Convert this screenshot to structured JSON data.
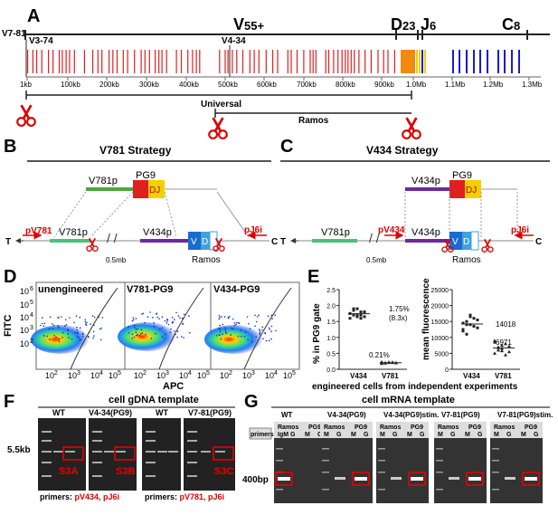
{
  "panels": {
    "A": "A",
    "B": "B",
    "C": "C",
    "D": "D",
    "E": "E",
    "F": "F",
    "G": "G"
  },
  "panelA": {
    "v781": "V7-81",
    "v374": "V3-74",
    "v434": "V4-34",
    "v_region": "V",
    "v_sub": "55+",
    "d_region": "D",
    "d_sub": "23",
    "j_region": "J",
    "j_sub": "6",
    "c_region": "C",
    "c_sub": "8",
    "scale_labels": [
      "1kb",
      "100kb",
      "200kb",
      "300kb",
      "400kb",
      "500kb",
      "600kb",
      "700kb",
      "800kb",
      "900kb",
      "1.0Mb",
      "1.1Mb",
      "1.2Mb",
      "1.3Mb"
    ],
    "universal": "Universal",
    "ramos": "Ramos",
    "colors": {
      "v": "#e02020",
      "d": "#f08a10",
      "j": "#f2d000",
      "c": "#1a1ad0"
    }
  },
  "panelB": {
    "title": "V781 Strategy",
    "pg9": "PG9",
    "dj": "DJ",
    "v781p": "V781p",
    "v434p": "V434p",
    "primer_f": "pV781",
    "primer_r": "pJ6i",
    "t": "T",
    "c": "C",
    "dist": "0.5mb",
    "ramos": "Ramos",
    "v": "V",
    "d": "D"
  },
  "panelC": {
    "title": "V434 Strategy",
    "pg9": "PG9",
    "dj": "DJ",
    "v781p": "V781p",
    "v434p": "V434p",
    "primer_f": "pV434",
    "primer_r": "pJ6i",
    "t": "T",
    "c": "C",
    "dist": "0.5mb",
    "ramos": "Ramos",
    "v": "V",
    "d": "D"
  },
  "panelD": {
    "titles": [
      "unengineered",
      "V781-PG9",
      "V434-PG9"
    ],
    "ylabel": "FITC",
    "xlabel": "APC",
    "yticks": [
      "10",
      "10",
      "10",
      "10",
      "10"
    ],
    "ytick_exp": [
      "6",
      "5",
      "4",
      "3",
      "2"
    ],
    "xticks": [
      "10",
      "10",
      "10",
      "10"
    ],
    "xtick_exp": [
      "2",
      "3",
      "4",
      "5"
    ]
  },
  "panelE": {
    "left_ylabel": "% in PG9 gate",
    "left_yticks": [
      "2.5",
      "2.0",
      "1.5",
      "1.0",
      "0.5",
      "0.0"
    ],
    "left_xcats": [
      "V434",
      "V781"
    ],
    "left_ann1": "1.75%",
    "left_ann2": "(8.3x)",
    "left_ann3": "0.21%",
    "right_ylabel": "mean fluorescence",
    "right_yticks": [
      "25000",
      "20000",
      "15000",
      "10000",
      "5000",
      "0"
    ],
    "right_xcats": [
      "V434",
      "V781"
    ],
    "right_ann1": "14018",
    "right_ann2": "6971",
    "xlabel": "engineered cells from independent experiments"
  },
  "chart_data": [
    {
      "type": "scatter",
      "ylabel": "% in PG9 gate",
      "ylim": [
        0,
        2.5
      ],
      "categories": [
        "V434",
        "V781"
      ],
      "series": [
        {
          "values": [
            [
              1.6,
              1.7,
              1.9,
              1.8,
              1.65,
              1.75,
              1.85,
              1.7,
              1.6,
              1.8,
              1.75,
              1.9,
              1.65,
              1.7,
              1.8
            ],
            [
              0.18,
              0.2,
              0.22,
              0.21,
              0.2,
              0.23,
              0.19,
              0.21,
              0.22,
              0.2,
              0.21,
              0.2
            ]
          ]
        }
      ]
    },
    {
      "type": "scatter",
      "ylabel": "mean fluorescence",
      "ylim": [
        0,
        25000
      ],
      "categories": [
        "V434",
        "V781"
      ],
      "series": [
        {
          "values": [
            [
              12000,
              15000,
              14000,
              16000,
              13000,
              14500,
              11000,
              17000,
              13500,
              15500,
              12500,
              14000,
              16500
            ],
            [
              5000,
              7000,
              6500,
              8000,
              5500,
              9000,
              6000,
              7500,
              4500,
              7200,
              8500,
              6800,
              5800
            ]
          ]
        }
      ]
    }
  ],
  "panelF": {
    "title": "cell gDNA template",
    "marker": "5.5kb",
    "lanes": [
      "WT",
      "V4-34(PG9)",
      "WT",
      "V7-81(PG9)"
    ],
    "boxes": [
      "S3A",
      "S3B",
      "S3C"
    ],
    "primers_label": "primers:",
    "primers1": "pV434, pJ6i",
    "primers2": "pV781, pJ6i"
  },
  "panelG": {
    "title": "cell mRNA template",
    "marker": "400bp",
    "primers_label": "primers:",
    "groups": [
      "WT",
      "V4-34(PG9)",
      "V4-34(PG9)stim.",
      "V7-81(PG9)",
      "V7-81(PG9)stim."
    ],
    "sub_ramos": "Ramos",
    "sub_pg9": "PG9",
    "igm": "IgM",
    "g": "G",
    "m": "M"
  }
}
